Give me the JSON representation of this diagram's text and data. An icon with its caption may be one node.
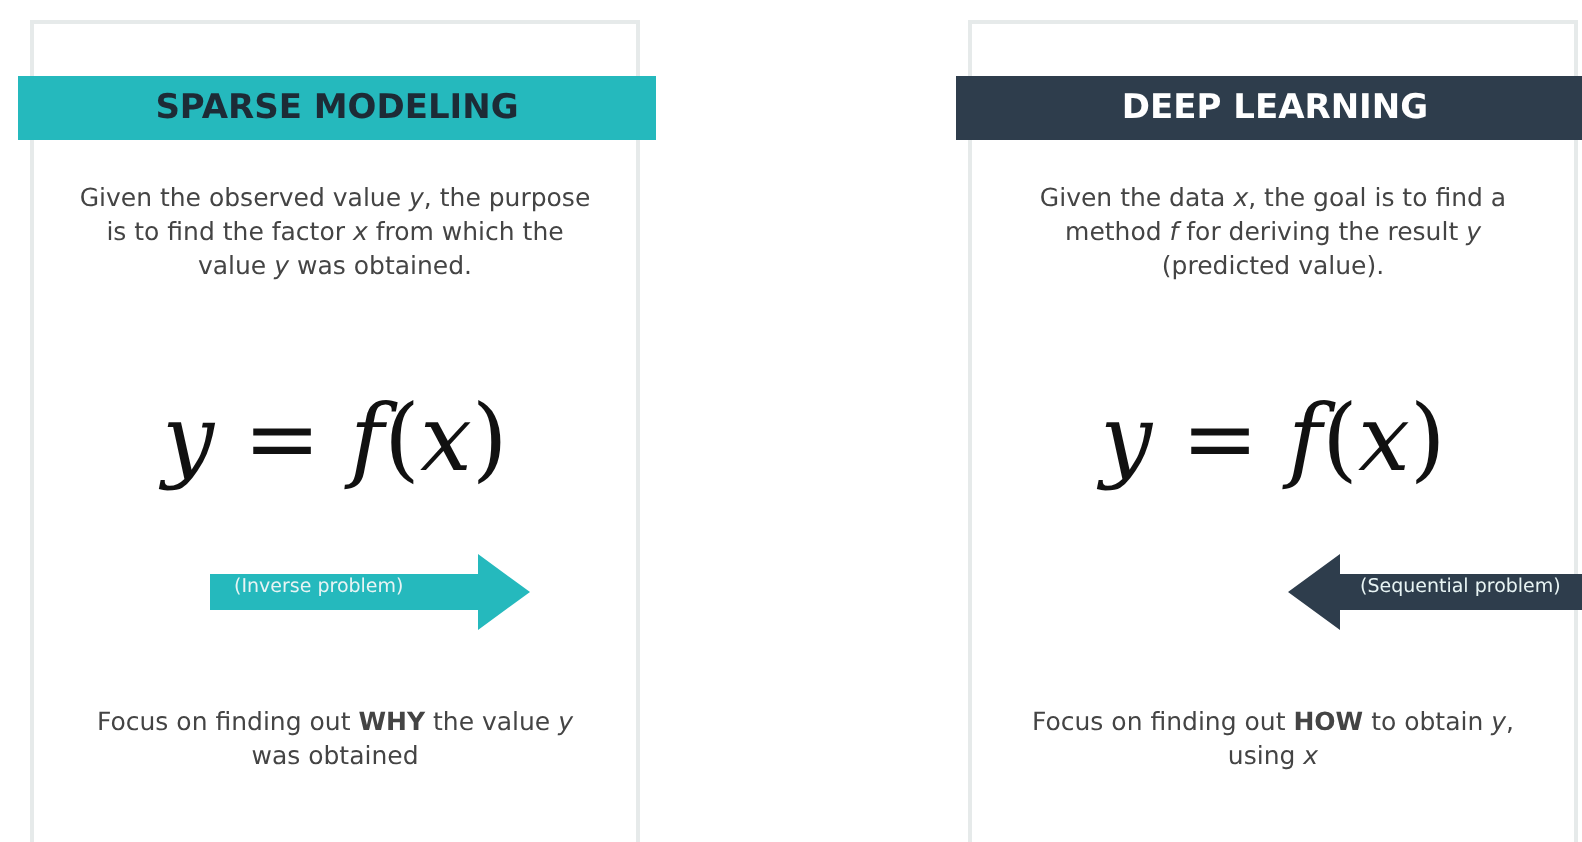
{
  "diagram": {
    "nodes": [
      {
        "text": [
          "SPARSE MODELING",
          "Given the observed value *y*, the purpose is to find the factor *x* from which the value *y* was obtained.",
          "*y* = *f*(*x*)",
          "Focus on finding out **WHY** the value *y* was obtained"
        ]
      },
      {
        "text": [
          "(Inverse problem)"
        ],
        "in": 0
      },
      {
        "text": [
          "DEEP LEARNING",
          "Given the data *x*, the goal is to find a method *f* for deriving the result *y* (predicted value).",
          "*y* = *f*(*x*)",
          "Focus on finding out **HOW** to obtain *y*, using *x*"
        ]
      },
      {
        "text": [
          "(Sequential problem)"
        ],
        "in": 2
      }
    ]
  }
}
